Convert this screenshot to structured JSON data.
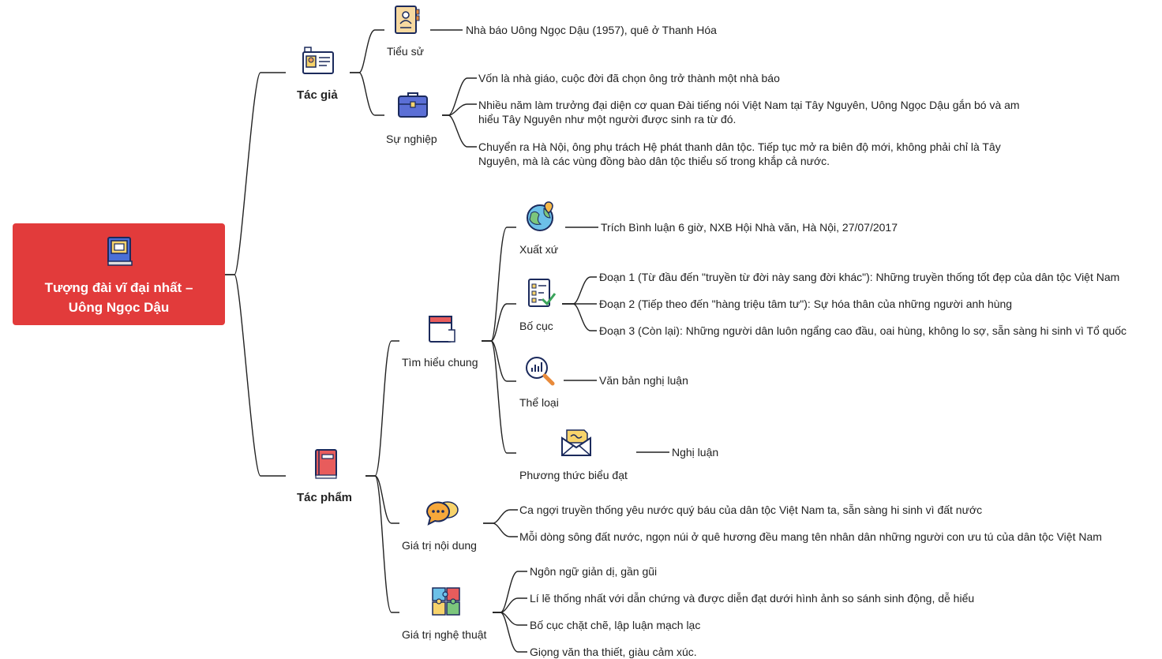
{
  "root": {
    "title_line1": "Tượng đài vĩ đại nhất –",
    "title_line2": "Uông Ngọc Dậu"
  },
  "tac_gia": {
    "label": "Tác giả",
    "tieu_su": {
      "label": "Tiểu sử",
      "text": "Nhà báo Uông Ngọc Dậu (1957), quê ở Thanh Hóa"
    },
    "su_nghiep": {
      "label": "Sự nghiệp",
      "items": [
        "Vốn là nhà giáo, cuộc đời đã chọn ông trở thành một nhà báo",
        "Nhiều năm làm trưởng đại diện cơ quan Đài tiếng nói Việt Nam tại Tây Nguyên, Uông Ngọc Dậu gắn bó và am hiểu Tây Nguyên như một người được sinh ra từ đó.",
        "Chuyển ra Hà Nội, ông phụ trách Hệ phát thanh dân tộc. Tiếp tục mở ra biên độ mới, không phải chỉ là Tây Nguyên, mà là các vùng đồng bào dân tộc thiểu số trong khắp cả nước."
      ]
    }
  },
  "tac_pham": {
    "label": "Tác phẩm",
    "tim_hieu_chung": {
      "label": "Tìm hiểu chung",
      "xuat_xu": {
        "label": "Xuất xứ",
        "text": "Trích Bình luận 6 giờ, NXB Hội Nhà văn, Hà Nội, 27/07/2017"
      },
      "bo_cuc": {
        "label": "Bố cục",
        "items": [
          "Đoạn 1 (Từ đầu đến \"truyền từ đời này sang đời khác\"): Những truyền thống tốt đẹp của dân tộc Việt Nam",
          "Đoạn 2 (Tiếp theo đến \"hàng triệu tâm tư\"): Sự hóa thân của những người anh hùng",
          "Đoạn 3 (Còn lại): Những người dân luôn ngẩng cao đầu, oai hùng, không lo sợ, sẵn sàng hi sinh vì Tổ quốc"
        ]
      },
      "the_loai": {
        "label": "Thể loại",
        "text": "Văn bản nghị luận"
      },
      "phuong_thuc": {
        "label": "Phương thức biểu đạt",
        "text": "Nghị luận"
      }
    },
    "gia_tri_noi_dung": {
      "label": "Giá trị nội dung",
      "items": [
        "Ca ngợi truyền thống yêu nước quý báu của dân tộc Việt Nam ta, sẵn sàng hi sinh vì đất nước",
        "Mỗi dòng sông đất nước, ngọn núi ở quê hương đều mang tên nhân dân những người con ưu tú của dân tộc Việt Nam"
      ]
    },
    "gia_tri_nghe_thuat": {
      "label": "Giá trị nghệ thuật",
      "items": [
        "Ngôn ngữ giản dị, gần gũi",
        "Lí lẽ thống nhất với dẫn chứng và được diễn đạt dưới hình ảnh so sánh sinh động, dễ hiểu",
        "Bố cục chặt chẽ, lập luận mạch lạc",
        "Giọng văn tha thiết, giàu cảm xúc."
      ]
    }
  },
  "colors": {
    "root": "#e23b3b",
    "line": "#222222"
  },
  "icons": [
    "book-icon",
    "id-card-icon",
    "profile-icon",
    "briefcase-icon",
    "globe-pin-icon",
    "checklist-icon",
    "calendar-icon",
    "chart-magnifier-icon",
    "envelope-icon",
    "notebook-icon",
    "chat-bubble-icon",
    "puzzle-icon"
  ]
}
